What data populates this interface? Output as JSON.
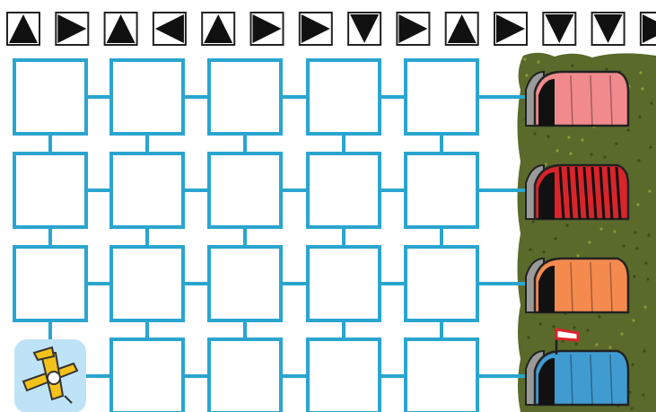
{
  "arrow_sequence": {
    "directions": [
      "up",
      "right",
      "up",
      "left",
      "up",
      "right",
      "right",
      "down",
      "right",
      "up",
      "right",
      "down",
      "down",
      "right"
    ]
  },
  "board": {
    "rows": 4,
    "cols": 5,
    "start": {
      "row": 3,
      "col": 0,
      "piece": "airplane-icon"
    },
    "hangars": [
      {
        "row": 0,
        "color": "#f08a8c",
        "pattern": "plain",
        "name": "hangar-pink"
      },
      {
        "row": 1,
        "color": "#d8242a",
        "pattern": "striped",
        "name": "hangar-red-striped"
      },
      {
        "row": 2,
        "color": "#f58a4e",
        "pattern": "plain",
        "name": "hangar-orange"
      },
      {
        "row": 3,
        "color": "#3f9bd0",
        "pattern": "windsock",
        "name": "hangar-blue"
      }
    ]
  },
  "colors": {
    "grid_line": "#2aa5cf",
    "grass": "#5a6a2a",
    "arrow_fill": "#111111",
    "plane": "#f2c21a",
    "plane_bg": "#bfe3f6"
  }
}
